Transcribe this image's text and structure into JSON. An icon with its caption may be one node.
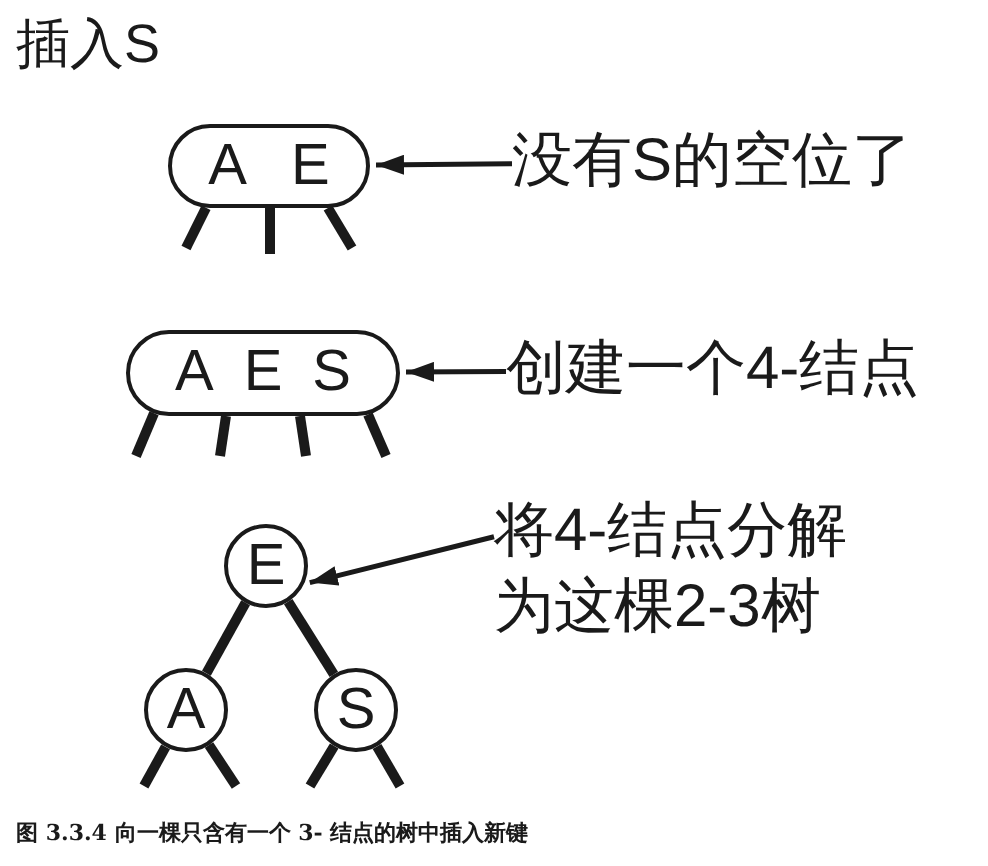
{
  "diagram": {
    "title": "插入S",
    "caption": "图 3.3.4 向一棵只含有一个 3- 结点的树中插入新键",
    "nodes": [
      {
        "text": [
          "A",
          "E"
        ]
      },
      {
        "text": [
          "没有S的空位了"
        ]
      },
      {
        "text": [
          "A",
          "E",
          "S"
        ]
      },
      {
        "text": [
          "创建一个4-结点"
        ]
      },
      {
        "text": [
          "E"
        ]
      },
      {
        "text": [
          "将4-结点分解为这棵2-3树"
        ]
      },
      {
        "text": [
          "A"
        ]
      },
      {
        "text": [
          "S"
        ]
      }
    ],
    "edges": [
      {
        "from": 1,
        "to": 0,
        "arrow": "to"
      },
      {
        "from": 0,
        "to": null,
        "arrow": "none"
      },
      {
        "from": 0,
        "to": null,
        "arrow": "none"
      },
      {
        "from": 0,
        "to": null,
        "arrow": "none"
      },
      {
        "from": 3,
        "to": 2,
        "arrow": "to"
      },
      {
        "from": 2,
        "to": null,
        "arrow": "none"
      },
      {
        "from": 2,
        "to": null,
        "arrow": "none"
      },
      {
        "from": 2,
        "to": null,
        "arrow": "none"
      },
      {
        "from": 2,
        "to": null,
        "arrow": "none"
      },
      {
        "from": 5,
        "to": 4,
        "arrow": "to"
      },
      {
        "from": 4,
        "to": 6,
        "arrow": "none"
      },
      {
        "from": 4,
        "to": 7,
        "arrow": "none"
      },
      {
        "from": 6,
        "to": null,
        "arrow": "none"
      },
      {
        "from": 6,
        "to": null,
        "arrow": "none"
      },
      {
        "from": 7,
        "to": null,
        "arrow": "none"
      },
      {
        "from": 7,
        "to": null,
        "arrow": "none"
      }
    ]
  }
}
